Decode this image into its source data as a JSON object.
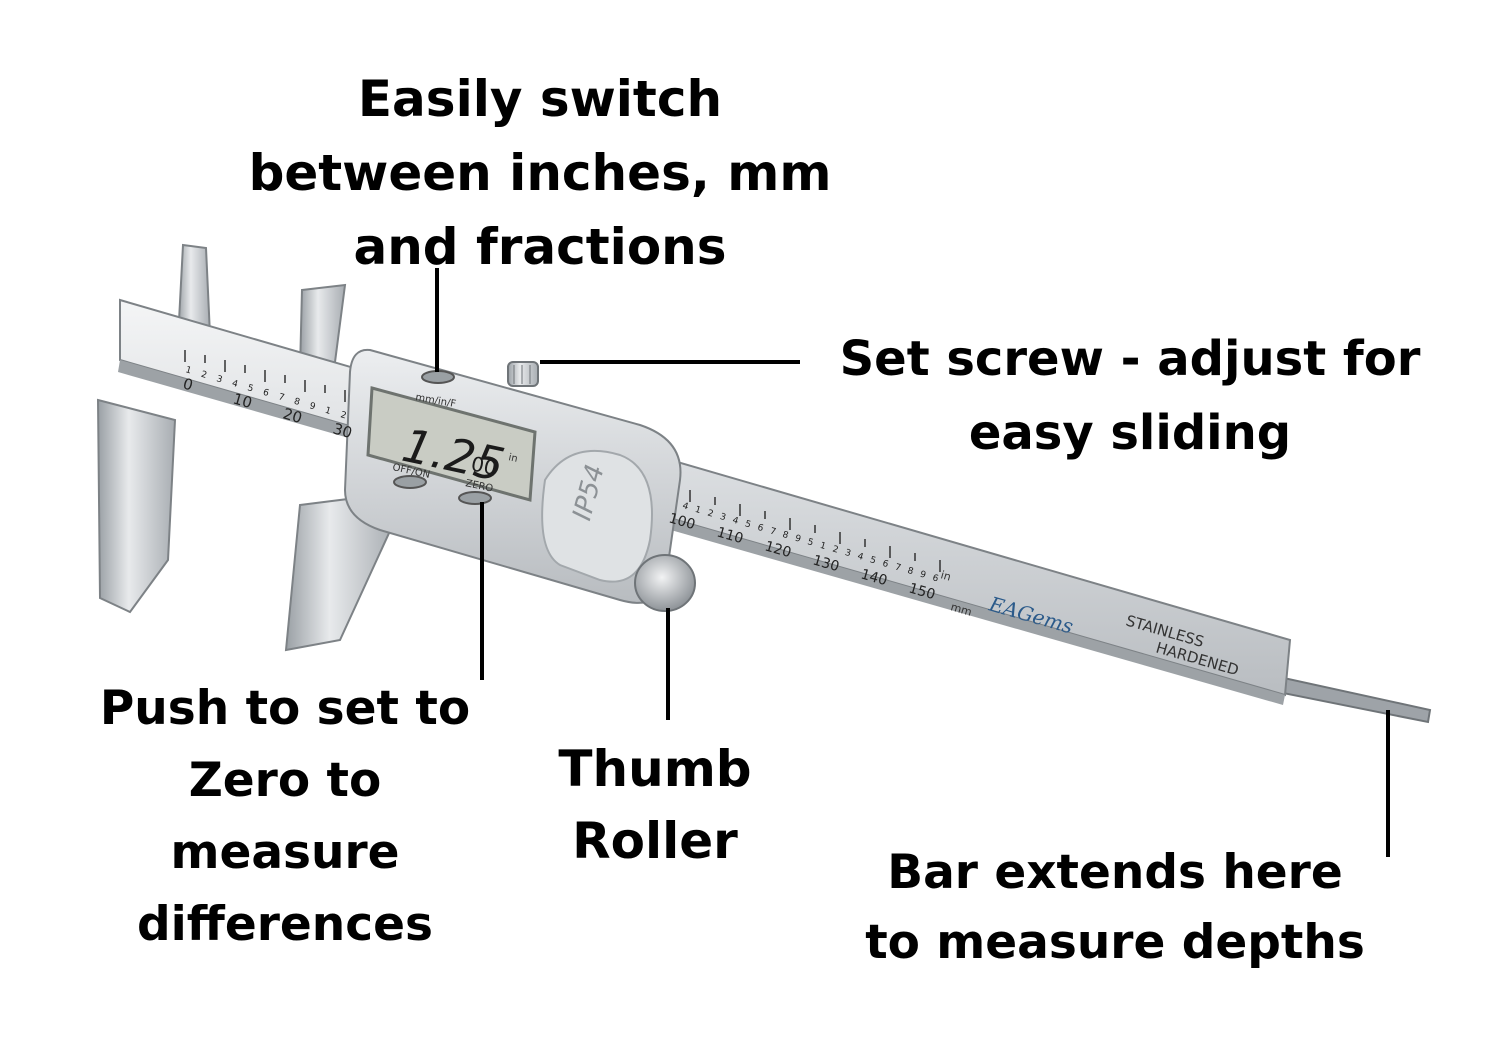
{
  "callouts": {
    "switch_units": [
      "Easily switch",
      "between inches, mm",
      "and fractions"
    ],
    "set_screw": [
      "Set screw - adjust for",
      "easy sliding"
    ],
    "zero_button": [
      "Push to set to",
      "Zero to",
      "measure",
      "differences"
    ],
    "thumb_roller": [
      "Thumb",
      "Roller"
    ],
    "depth_bar": [
      "Bar extends here",
      "to measure depths"
    ]
  },
  "caliper": {
    "display_reading": "1.25",
    "display_reading_small": "00",
    "display_unit": "in",
    "mode_button_label": "mm/in/F",
    "power_button_label": "OFF/ON",
    "zero_button_label": "ZERO",
    "rating_badge": "IP54",
    "brand": "EAGems",
    "inch_scale_label": "in",
    "mm_scale_label": "mm",
    "material_line1": "STAINLESS",
    "material_line2": "HARDENED",
    "mm_ticks_left": [
      "0",
      "10",
      "20",
      "30"
    ],
    "inch_ticks_left": [
      "1",
      "2",
      "3",
      "4",
      "5",
      "6",
      "7",
      "8",
      "9",
      "1",
      "2"
    ],
    "mm_ticks_right": [
      "100",
      "110",
      "120",
      "130",
      "140",
      "150"
    ],
    "inch_ticks_right": [
      "4",
      "1",
      "2",
      "3",
      "4",
      "5",
      "6",
      "7",
      "8",
      "9",
      "5",
      "1",
      "2",
      "3",
      "4",
      "5",
      "6",
      "7",
      "8",
      "9",
      "6"
    ]
  },
  "colors": {
    "steel_light": "#e6e8ea",
    "steel_mid": "#c4c8cc",
    "steel_dark": "#8a8f94",
    "lcd": "#c9ccc4",
    "text": "#000000"
  }
}
